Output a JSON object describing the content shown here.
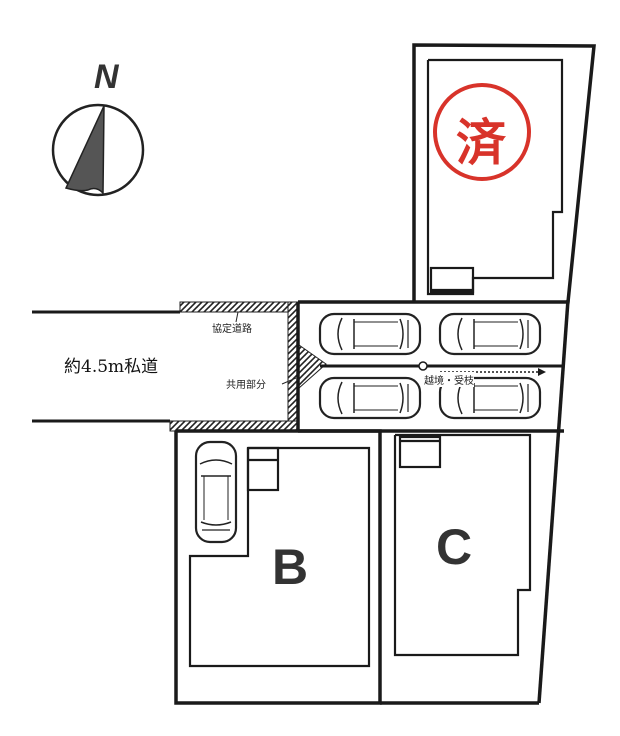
{
  "compass": {
    "north_label": "N",
    "icon": "north-arrow-icon"
  },
  "road": {
    "label": "約4.5m私道"
  },
  "annotations": {
    "agreement_road": "協定道路",
    "shared_area": "共用部分",
    "encroachment": "越境・受枝"
  },
  "lots": [
    {
      "id": "A",
      "label": "",
      "status_mark": "済",
      "status": "sold"
    },
    {
      "id": "B",
      "label": "B",
      "status": "available"
    },
    {
      "id": "C",
      "label": "C",
      "status": "available"
    }
  ],
  "parking": {
    "shared_spaces": 4,
    "lot_b_spaces": 1
  },
  "colors": {
    "line": "#1a1a1a",
    "sold_mark": "#d8332a",
    "letters": "#333333",
    "background": "#ffffff"
  }
}
